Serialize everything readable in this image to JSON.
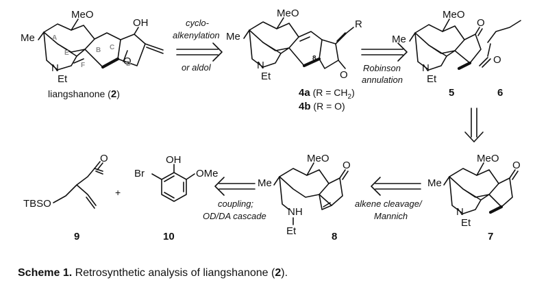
{
  "atoms": {
    "ome": "MeO",
    "me": "O",
    "methyl": "Me",
    "oh": "OH",
    "n": "N",
    "et": "Et",
    "o": "O",
    "r": "R",
    "nh": "NH",
    "br": "Br",
    "ome_text": "OMe",
    "tbso": "TBSO"
  },
  "ring_labels": [
    "A",
    "B",
    "C",
    "D",
    "E",
    "F"
  ],
  "locant_8": "8",
  "compounds": {
    "c2": {
      "name": "liangshanone (",
      "num": "2",
      "close": ")"
    },
    "c4a": {
      "num": "4a",
      "desc": " (R = CH",
      "sub": "2",
      "close": ")"
    },
    "c4b": {
      "num": "4b",
      "desc": " (R = O)"
    },
    "c5": "5",
    "c6": "6",
    "c7": "7",
    "c8": "8",
    "c9": "9",
    "c10": "10",
    "plus": "+"
  },
  "arrows": {
    "a1": {
      "line1": "cyclo-",
      "line2": "alkenylation",
      "line3": "or aldol"
    },
    "a2": {
      "line1": "Robinson",
      "line2": "annulation"
    },
    "a4": {
      "line1": "alkene cleavage/",
      "line2": "Mannich"
    },
    "a5": {
      "line1": "coupling;",
      "line2": "OD/DA cascade"
    }
  },
  "caption": {
    "prefix": "Scheme 1.",
    "text": " Retrosynthetic analysis of liangshanone (",
    "num": "2",
    "suffix": ")."
  }
}
